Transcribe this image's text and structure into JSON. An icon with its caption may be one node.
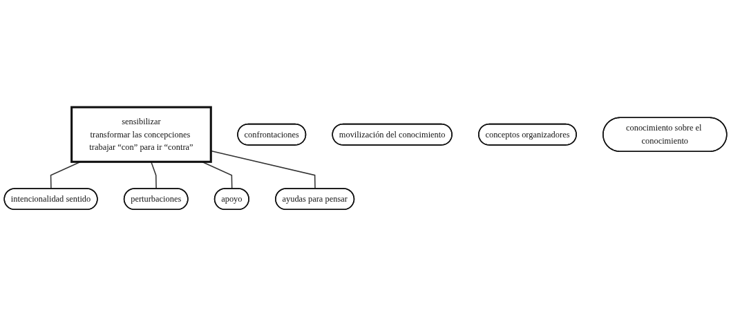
{
  "diagram": {
    "nodes": [
      {
        "text": [
          "sensibilizar",
          "transformar las concepciones trabajar “con” para ir “contra”"
        ]
      },
      {
        "text": [
          "intencionalidad sentido"
        ]
      },
      {
        "text": [
          "confrontaciones"
        ]
      },
      {
        "text": [
          "perturbaciones"
        ]
      },
      {
        "text": [
          "apoyo"
        ]
      },
      {
        "text": [
          "ayudas para pensar"
        ]
      },
      {
        "text": [
          "movilización del conocimiento"
        ]
      },
      {
        "text": [
          "conceptos organizadores"
        ]
      },
      {
        "text": [
          "conocimiento sobre el conocimiento"
        ]
      }
    ],
    "edges": [
      {
        "from": 0,
        "to": 1,
        "arrow": "none"
      },
      {
        "from": 0,
        "to": 3,
        "arrow": "none"
      },
      {
        "from": 0,
        "to": 4,
        "arrow": "none"
      },
      {
        "from": 0,
        "to": 5,
        "arrow": "none"
      }
    ]
  }
}
